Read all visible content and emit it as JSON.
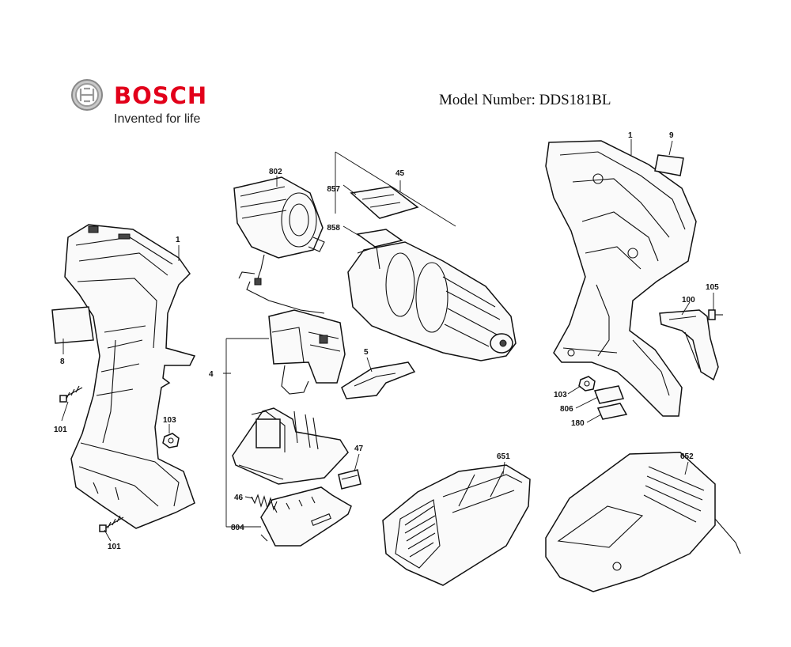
{
  "brand": {
    "name": "BOSCH",
    "tagline": "Invented for life",
    "color": "#e2001a"
  },
  "model": {
    "text": "Model Number: DDS181BL"
  },
  "callouts": {
    "c1_left": "1",
    "c8": "8",
    "c101_top": "101",
    "c101_bottom": "101",
    "c103_left": "103",
    "c802": "802",
    "c4": "4",
    "c857": "857",
    "c858": "858",
    "c45": "45",
    "c5": "5",
    "c47": "47",
    "c46": "46",
    "c804": "804",
    "c1_right": "1",
    "c9": "9",
    "c105": "105",
    "c100": "100",
    "c103_right": "103",
    "c806": "806",
    "c180": "180",
    "c651": "651",
    "c652": "652"
  }
}
